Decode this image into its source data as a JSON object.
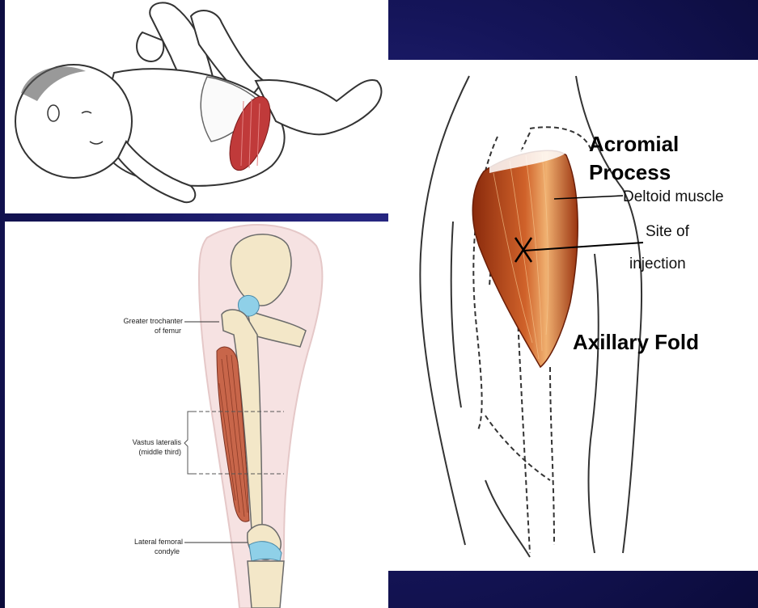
{
  "background_color": "#15155a",
  "panels": {
    "infant": {},
    "leg": {
      "labels": {
        "greater_trochanter_1": "Greater trochanter",
        "greater_trochanter_2": "of femur",
        "vastus_1": "Vastus lateralis",
        "vastus_2": "(middle third)",
        "lateral_condyle_1": "Lateral femoral",
        "lateral_condyle_2": "condyle"
      }
    },
    "deltoid": {
      "labels": {
        "acromial_1": "Acromial",
        "acromial_2": "Process",
        "deltoid_muscle": "Deltoid muscle",
        "site_1": "Site of",
        "site_2": "injection",
        "axillary_fold": "Axillary Fold"
      }
    }
  },
  "colors": {
    "muscle": "#b03a1a",
    "bone": "#f3e7c8",
    "joint": "#8fd0e8",
    "skin": "#f3dede"
  }
}
